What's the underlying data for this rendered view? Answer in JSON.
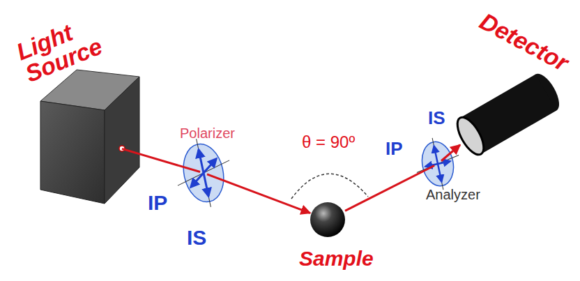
{
  "diagram": {
    "nodes": [
      {
        "text": [
          "Light Source"
        ]
      },
      {
        "text": [
          "Polarizer"
        ]
      },
      {
        "text": [
          "Sample"
        ]
      },
      {
        "text": [
          "Analyzer"
        ]
      },
      {
        "text": [
          "Detector"
        ]
      }
    ],
    "edges": [
      {
        "from": 0,
        "to": 1,
        "arrow": "none"
      },
      {
        "from": 1,
        "to": 2,
        "arrow": "to"
      },
      {
        "from": 2,
        "to": 3,
        "arrow": "none"
      },
      {
        "from": 3,
        "to": 4,
        "arrow": "to"
      }
    ],
    "labels": [
      "IP",
      "IS",
      "θ = 90º",
      "IP",
      "IS"
    ]
  }
}
